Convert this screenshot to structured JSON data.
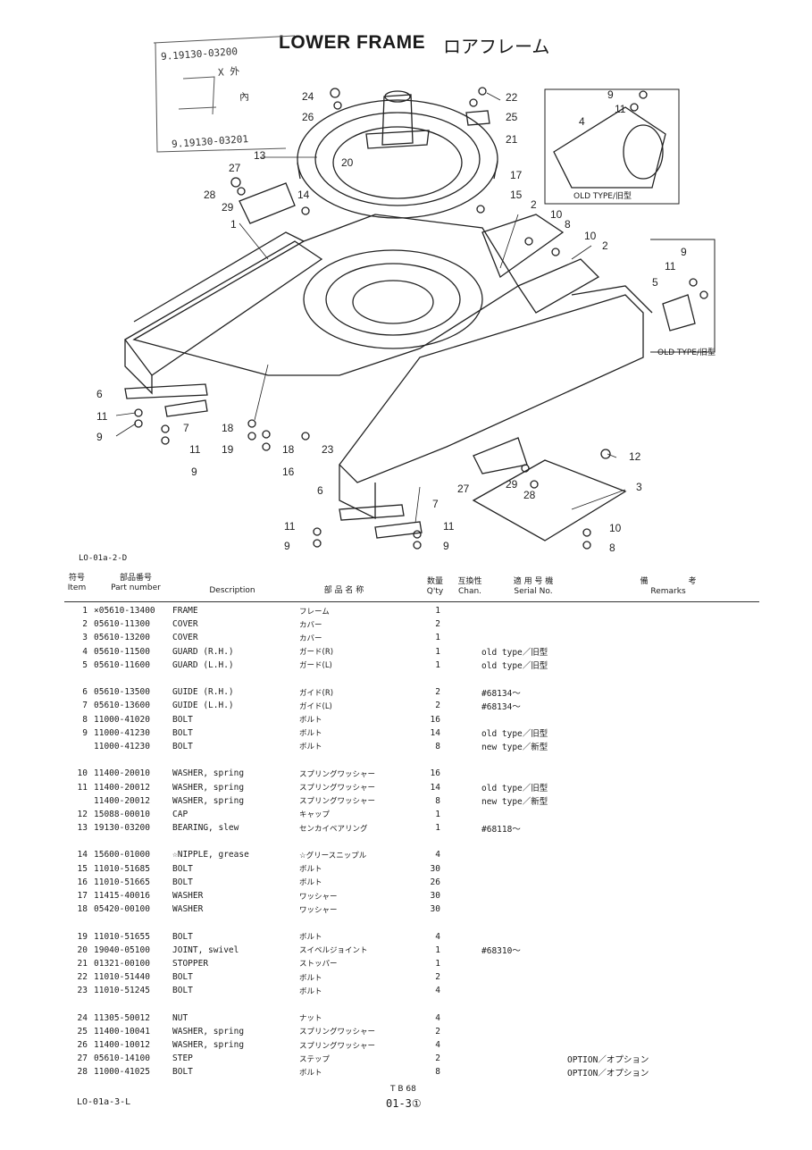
{
  "header": {
    "title": "LOWER FRAME",
    "title_jp": "ロアフレーム",
    "handwritten": [
      "9.19130-03200",
      "X 外",
      "內",
      "9.19130-03201"
    ]
  },
  "diagram": {
    "ref_code": "LO-01a-2-D",
    "old_type_label_1": "OLD TYPE/旧型",
    "old_type_label_2": "OLD TYPE/旧型",
    "callouts": [
      "1",
      "2",
      "2",
      "3",
      "4",
      "5",
      "6",
      "6",
      "7",
      "7",
      "8",
      "8",
      "9",
      "9",
      "9",
      "9",
      "10",
      "10",
      "10",
      "11",
      "11",
      "11",
      "11",
      "12",
      "13",
      "14",
      "15",
      "16",
      "17",
      "18",
      "18",
      "19",
      "20",
      "21",
      "22",
      "23",
      "24",
      "25",
      "26",
      "27",
      "27",
      "28",
      "28",
      "29",
      "29"
    ]
  },
  "table": {
    "headers": {
      "item_jp": "符号",
      "item": "Item",
      "part_jp": "部品番号",
      "part": "Part number",
      "desc": "Description",
      "name_jp": "部 品 名 称",
      "qty_jp": "数量",
      "qty": "Q'ty",
      "chan_jp": "互換性",
      "chan": "Chan.",
      "serial_jp": "適 用 号 機",
      "serial": "Serial No.",
      "remarks_jp": "備　　　　　考",
      "remarks": "Remarks"
    },
    "rows": [
      {
        "item": "1",
        "part": "×05610-13400",
        "desc": "FRAME",
        "jp": "フレーム",
        "qty": "1",
        "serial": "",
        "remarks": ""
      },
      {
        "item": "2",
        "part": "05610-11300",
        "desc": "COVER",
        "jp": "カバー",
        "qty": "2",
        "serial": "",
        "remarks": ""
      },
      {
        "item": "3",
        "part": "05610-13200",
        "desc": "COVER",
        "jp": "カバー",
        "qty": "1",
        "serial": "",
        "remarks": ""
      },
      {
        "item": "4",
        "part": "05610-11500",
        "desc": "GUARD (R.H.)",
        "jp": "ガード(R)",
        "qty": "1",
        "serial": "old type／旧型",
        "remarks": ""
      },
      {
        "item": "5",
        "part": "05610-11600",
        "desc": "GUARD (L.H.)",
        "jp": "ガード(L)",
        "qty": "1",
        "serial": "old type／旧型",
        "remarks": ""
      },
      {
        "gap": true
      },
      {
        "item": "6",
        "part": "05610-13500",
        "desc": "GUIDE (R.H.)",
        "jp": "ガイド(R)",
        "qty": "2",
        "serial": "#68134～",
        "remarks": ""
      },
      {
        "item": "7",
        "part": "05610-13600",
        "desc": "GUIDE (L.H.)",
        "jp": "ガイド(L)",
        "qty": "2",
        "serial": "#68134～",
        "remarks": ""
      },
      {
        "item": "8",
        "part": "11000-41020",
        "desc": "BOLT",
        "jp": "ボルト",
        "qty": "16",
        "serial": "",
        "remarks": ""
      },
      {
        "item": "9",
        "part": "11000-41230",
        "desc": "BOLT",
        "jp": "ボルト",
        "qty": "14",
        "serial": "old type／旧型",
        "remarks": ""
      },
      {
        "item": "",
        "part": "11000-41230",
        "desc": "BOLT",
        "jp": "ボルト",
        "qty": "8",
        "serial": "new type／新型",
        "remarks": ""
      },
      {
        "gap": true
      },
      {
        "item": "10",
        "part": "11400-20010",
        "desc": "WASHER, spring",
        "jp": "スプリングワッシャー",
        "qty": "16",
        "serial": "",
        "remarks": ""
      },
      {
        "item": "11",
        "part": "11400-20012",
        "desc": "WASHER, spring",
        "jp": "スプリングワッシャー",
        "qty": "14",
        "serial": "old type／旧型",
        "remarks": ""
      },
      {
        "item": "",
        "part": "11400-20012",
        "desc": "WASHER, spring",
        "jp": "スプリングワッシャー",
        "qty": "8",
        "serial": "new type／新型",
        "remarks": ""
      },
      {
        "item": "12",
        "part": "15088-00010",
        "desc": "CAP",
        "jp": "キャップ",
        "qty": "1",
        "serial": "",
        "remarks": ""
      },
      {
        "item": "13",
        "part": "19130-03200",
        "desc": "BEARING, slew",
        "jp": "センカイベアリング",
        "qty": "1",
        "serial": "#68118～",
        "remarks": ""
      },
      {
        "gap": true
      },
      {
        "item": "14",
        "part": "15600-01000",
        "desc": "☆NIPPLE, grease",
        "jp": "☆グリースニップル",
        "qty": "4",
        "serial": "",
        "remarks": ""
      },
      {
        "item": "15",
        "part": "11010-51685",
        "desc": "BOLT",
        "jp": "ボルト",
        "qty": "30",
        "serial": "",
        "remarks": ""
      },
      {
        "item": "16",
        "part": "11010-51665",
        "desc": "BOLT",
        "jp": "ボルト",
        "qty": "26",
        "serial": "",
        "remarks": ""
      },
      {
        "item": "17",
        "part": "11415-40016",
        "desc": "WASHER",
        "jp": "ワッシャー",
        "qty": "30",
        "serial": "",
        "remarks": ""
      },
      {
        "item": "18",
        "part": "05420-00100",
        "desc": "WASHER",
        "jp": "ワッシャー",
        "qty": "30",
        "serial": "",
        "remarks": ""
      },
      {
        "gap": true
      },
      {
        "item": "19",
        "part": "11010-51655",
        "desc": "BOLT",
        "jp": "ボルト",
        "qty": "4",
        "serial": "",
        "remarks": ""
      },
      {
        "item": "20",
        "part": "19040-05100",
        "desc": "JOINT, swivel",
        "jp": "スイベルジョイント",
        "qty": "1",
        "serial": "#68310～",
        "remarks": ""
      },
      {
        "item": "21",
        "part": "01321-00100",
        "desc": "STOPPER",
        "jp": "ストッパー",
        "qty": "1",
        "serial": "",
        "remarks": ""
      },
      {
        "item": "22",
        "part": "11010-51440",
        "desc": "BOLT",
        "jp": "ボルト",
        "qty": "2",
        "serial": "",
        "remarks": ""
      },
      {
        "item": "23",
        "part": "11010-51245",
        "desc": "BOLT",
        "jp": "ボルト",
        "qty": "4",
        "serial": "",
        "remarks": ""
      },
      {
        "gap": true
      },
      {
        "item": "24",
        "part": "11305-50012",
        "desc": "NUT",
        "jp": "ナット",
        "qty": "4",
        "serial": "",
        "remarks": ""
      },
      {
        "item": "25",
        "part": "11400-10041",
        "desc": "WASHER, spring",
        "jp": "スプリングワッシャー",
        "qty": "2",
        "serial": "",
        "remarks": ""
      },
      {
        "item": "26",
        "part": "11400-10012",
        "desc": "WASHER, spring",
        "jp": "スプリングワッシャー",
        "qty": "4",
        "serial": "",
        "remarks": ""
      },
      {
        "item": "27",
        "part": "05610-14100",
        "desc": "STEP",
        "jp": "ステップ",
        "qty": "2",
        "serial": "",
        "remarks": "OPTION／オプション"
      },
      {
        "item": "28",
        "part": "11000-41025",
        "desc": "BOLT",
        "jp": "ボルト",
        "qty": "8",
        "serial": "",
        "remarks": "OPTION／オプション"
      }
    ]
  },
  "footer": {
    "left_code": "LO-01a-3-L",
    "tb_code": "T B 68",
    "page": "01-3①"
  }
}
